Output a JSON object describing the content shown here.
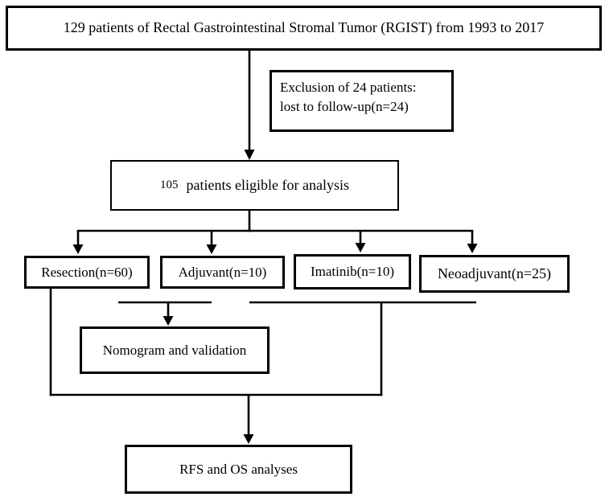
{
  "diagram": {
    "type": "flowchart",
    "colors": {
      "background": "#ffffff",
      "line": "#000000",
      "box_border": "#000000",
      "text": "#000000"
    },
    "boxes": {
      "total": {
        "label": "129 patients of Rectal Gastrointestinal Stromal Tumor (RGIST) from 1993 to 2017"
      },
      "exclusion": {
        "line1": "Exclusion of 24 patients:",
        "line2": "lost to follow-up(n=24)"
      },
      "eligible": {
        "count": "105",
        "label": "patients eligible for analysis"
      },
      "resection": {
        "label": "Resection(n=60)"
      },
      "adjuvant": {
        "label": "Adjuvant(n=10)"
      },
      "imatinib": {
        "label": "Imatinib(n=10)"
      },
      "neoadjuvant": {
        "label": "Neoadjuvant(n=25)"
      },
      "nomogram": {
        "label": "Nomogram and validation"
      },
      "outcome": {
        "label": "RFS and OS analyses"
      }
    }
  }
}
